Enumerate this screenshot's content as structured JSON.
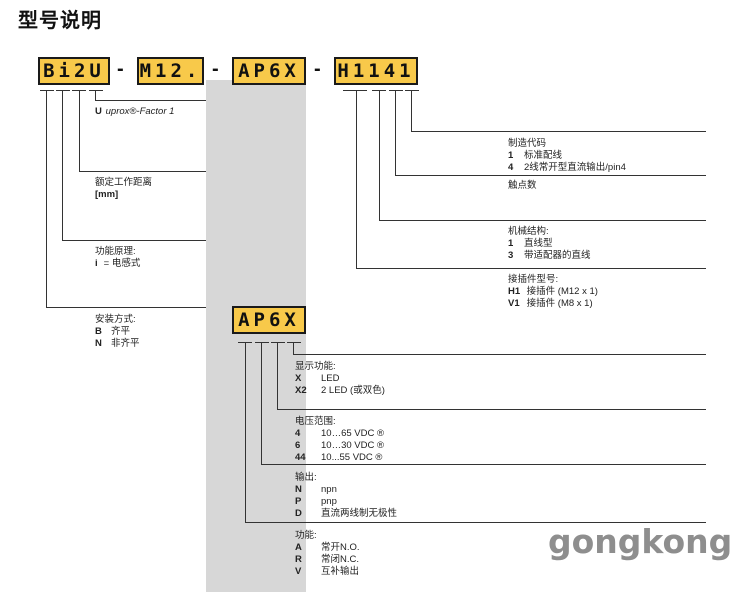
{
  "title": "型号说明",
  "codes": {
    "c1": "Bi2U",
    "c2": "M12.",
    "c3": "AP6X",
    "c4": "H1141",
    "sub": "AP6X",
    "dash": "-"
  },
  "u_factor": {
    "key": "U",
    "text": "uprox®-Factor 1"
  },
  "range": {
    "label": "额定工作距离",
    "unit": "[mm]"
  },
  "principle": {
    "label": "功能原理:",
    "key": "i",
    "text": "= 电感式"
  },
  "mounting": {
    "label": "安装方式:",
    "items": [
      {
        "key": "B",
        "text": "齐平"
      },
      {
        "key": "N",
        "text": "非齐平"
      }
    ]
  },
  "manufacturer_code": {
    "label": "制造代码",
    "items": [
      {
        "key": "1",
        "text": "标准配线"
      },
      {
        "key": "4",
        "text": "2线常开型直流输出/pin4"
      }
    ]
  },
  "contacts": {
    "label": "触点数"
  },
  "mechanical": {
    "label": "机械结构:",
    "items": [
      {
        "key": "1",
        "text": "直线型"
      },
      {
        "key": "3",
        "text": "带适配器的直线"
      }
    ]
  },
  "connector": {
    "label": "接插件型号:",
    "items": [
      {
        "key": "H1",
        "text": "接插件 (M12 x 1)"
      },
      {
        "key": "V1",
        "text": "接插件 (M8 x 1)"
      }
    ]
  },
  "display": {
    "label": "显示功能:",
    "items": [
      {
        "key": "X",
        "text": "LED"
      },
      {
        "key": "X2",
        "text": "2 LED (或双色)"
      }
    ]
  },
  "voltage": {
    "label": "电压范围:",
    "items": [
      {
        "key": "4",
        "text": "10…65 VDC ®"
      },
      {
        "key": "6",
        "text": "10…30 VDC ®"
      },
      {
        "key": "44",
        "text": "10...55 VDC ®"
      }
    ]
  },
  "output": {
    "label": "输出:",
    "items": [
      {
        "key": "N",
        "text": "npn"
      },
      {
        "key": "P",
        "text": "pnp"
      },
      {
        "key": "D",
        "text": "直流两线制无极性"
      }
    ]
  },
  "function": {
    "label": "功能:",
    "items": [
      {
        "key": "A",
        "text": "常开N.O."
      },
      {
        "key": "R",
        "text": "常闭N.C."
      },
      {
        "key": "V",
        "text": "互补输出"
      }
    ]
  },
  "watermark": "gongkong",
  "colors": {
    "box_fill": "#f8c94a",
    "column_grey": "#d7d7d7"
  }
}
